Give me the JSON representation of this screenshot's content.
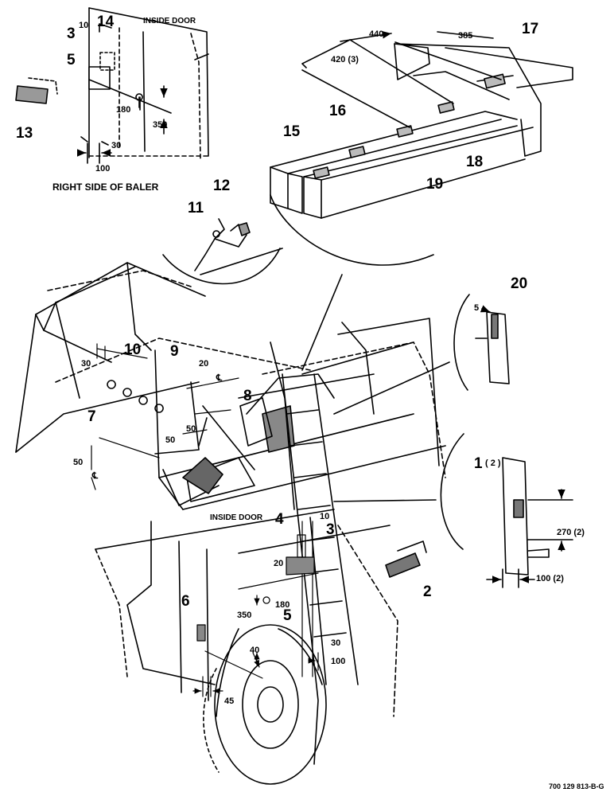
{
  "callouts": {
    "c1": "1",
    "c1q": "( 2 )",
    "c2": "2",
    "c3a": "3",
    "c3b": "3",
    "c4": "4",
    "c5a": "5",
    "c5b": "5",
    "c6": "6",
    "c7": "7",
    "c8": "8",
    "c9": "9",
    "c10": "10",
    "c11": "11",
    "c12": "12",
    "c13": "13",
    "c14": "14",
    "c15": "15",
    "c16": "16",
    "c17": "17",
    "c18": "18",
    "c19": "19",
    "c20": "20"
  },
  "dimensions": {
    "d10_top": "10",
    "d180_top": "180",
    "d350_top": "350",
    "d30_top": "30",
    "d100_top": "100",
    "d440": "440",
    "d385": "385",
    "d420": "420 (3)",
    "d30_left": "30",
    "d20_mid": "20",
    "d50_a": "50",
    "d50_b": "50",
    "d50_c": "50",
    "cl_a": "℄",
    "cl_b": "℄",
    "d5": "5",
    "d270": "270 (2)",
    "d100_2": "100 (2)",
    "d10_bot": "10",
    "d20_bot": "20",
    "d350_bot": "350",
    "d180_bot": "180",
    "d30_bot": "30",
    "d100_bot": "100",
    "d40": "40",
    "d45": "45"
  },
  "notes": {
    "inside_door_top": "INSIDE DOOR",
    "right_side": "RIGHT SIDE OF BALER",
    "inside_door_bottom": "INSIDE DOOR"
  },
  "drawing_number": "700 129 813-B-G"
}
